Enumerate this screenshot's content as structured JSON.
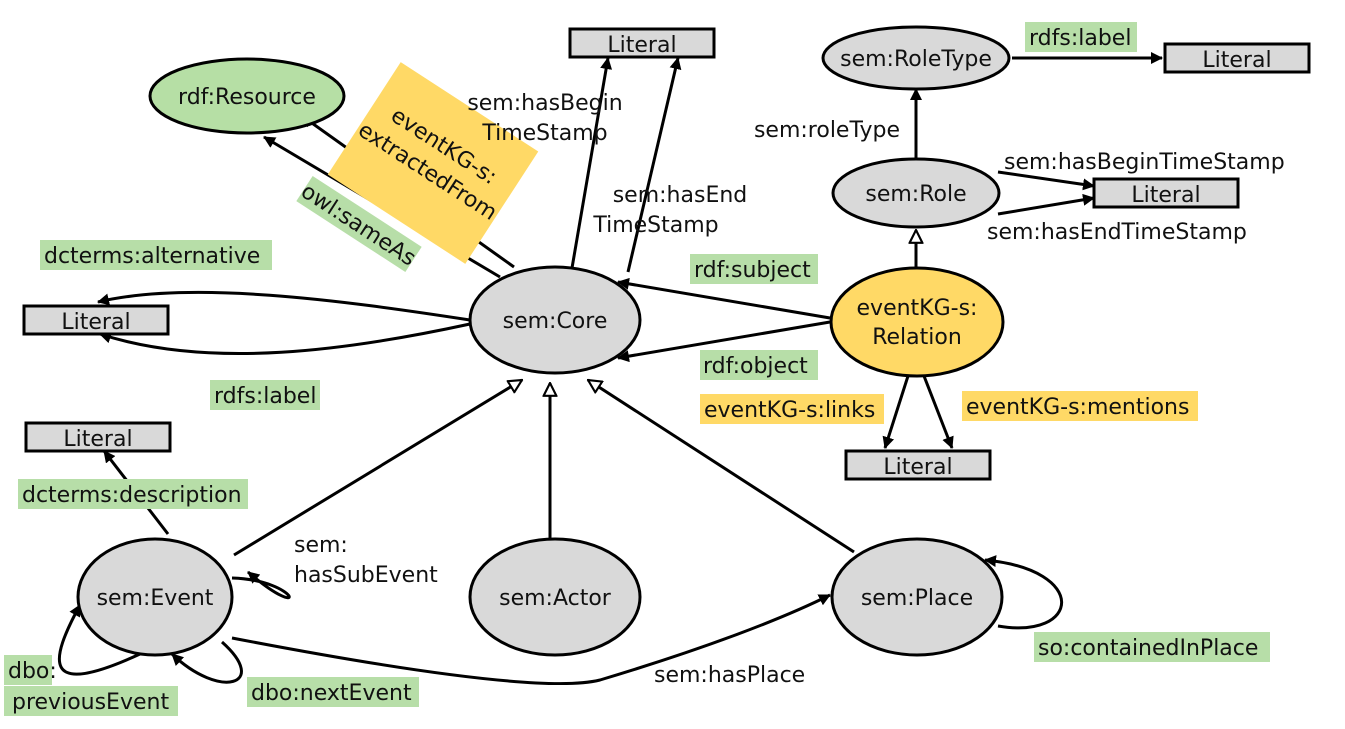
{
  "colors": {
    "node_gray": "#d9d9d9",
    "node_green": "#b6dfa5",
    "node_yellow": "#ffd966",
    "label_green": "#b7dea8",
    "label_yellow": "#ffd966"
  },
  "nodes": {
    "resource": "rdf:Resource",
    "core": "sem:Core",
    "roletype": "sem:RoleType",
    "role": "sem:Role",
    "relation_line1": "eventKG-s:",
    "relation_line2": "Relation",
    "event": "sem:Event",
    "actor": "sem:Actor",
    "place": "sem:Place"
  },
  "literals": {
    "top": "Literal",
    "roletype": "Literal",
    "role": "Literal",
    "core": "Literal",
    "event": "Literal",
    "relation": "Literal"
  },
  "edge_labels": {
    "has_begin_1": "sem:hasBegin",
    "has_begin_2": "TimeStamp",
    "has_end_1": "sem:hasEnd",
    "has_end_2": "TimeStamp",
    "extracted_1": "eventKG-s:",
    "extracted_2": "extractedFrom",
    "same_as": "owl:sameAs",
    "alternative": "dcterms:alternative",
    "label_core": "rdfs:label",
    "label_roletype": "rdfs:label",
    "role_type": "sem:roleType",
    "role_begin": "sem:hasBeginTimeStamp",
    "role_end": "sem:hasEndTimeStamp",
    "subject": "rdf:subject",
    "object": "rdf:object",
    "links": "eventKG-s:links",
    "mentions": "eventKG-s:mentions",
    "description": "dcterms:description",
    "sub_event_1": "sem:",
    "sub_event_2": "hasSubEvent",
    "previous_1": "dbo:",
    "previous_2": "previousEvent",
    "next": "dbo:nextEvent",
    "has_place": "sem:hasPlace",
    "contained": "so:containedInPlace"
  }
}
